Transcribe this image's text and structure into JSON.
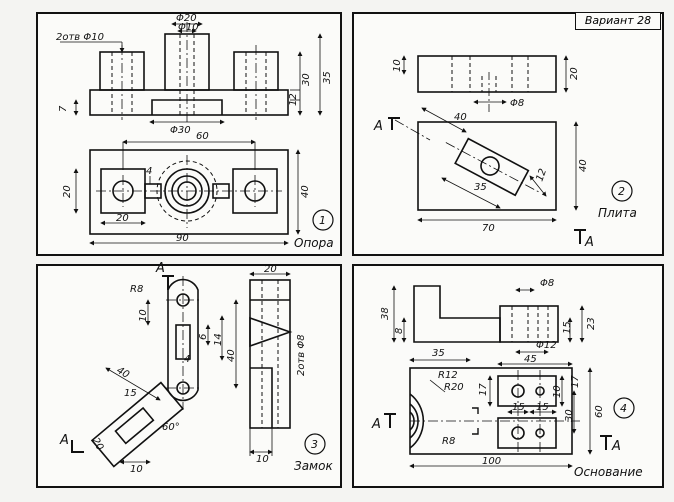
{
  "variant_label": "Вариант 28",
  "panels": [
    {
      "number": "1",
      "title": "Опора",
      "dims": {
        "holes": "2отв Φ10",
        "phi20": "Φ20",
        "phi10": "Φ10",
        "h30": "30",
        "h35": "35",
        "h12": "12",
        "h7": "7",
        "phi30": "Φ30",
        "w60": "60",
        "h20": "20",
        "h40": "40",
        "w4": "4",
        "w20": "20",
        "w90": "90"
      }
    },
    {
      "number": "2",
      "title": "Плита",
      "section_letter": "A",
      "dims": {
        "h10": "10",
        "h20": "20",
        "phi8": "Φ8",
        "w40": "40",
        "w35": "35",
        "w12": "12",
        "h40": "40",
        "w70": "70"
      }
    },
    {
      "number": "3",
      "title": "Замок",
      "section_letter": "A",
      "dims": {
        "r8": "R8",
        "h10": "10",
        "h6": "6",
        "h14": "14",
        "h40": "40",
        "w4": "4",
        "w40": "40",
        "w15": "15",
        "h20": "20",
        "a60": "60°",
        "w10": "10",
        "top20": "20",
        "holes": "2отв Φ8",
        "bot10": "10"
      }
    },
    {
      "number": "4",
      "title": "Основание",
      "section_letter": "A",
      "dims": {
        "phi8": "Φ8",
        "h38": "38",
        "h8": "8",
        "h15": "15",
        "h23": "23",
        "phi12": "Φ12",
        "w35": "35",
        "w45": "45",
        "r12": "R12",
        "r20": "R20",
        "h17": "17",
        "h10": "10",
        "h17b": "17",
        "h30": "30",
        "h60": "60",
        "w15a": "15",
        "w15b": "15",
        "r8": "R8",
        "w100": "100"
      }
    }
  ]
}
